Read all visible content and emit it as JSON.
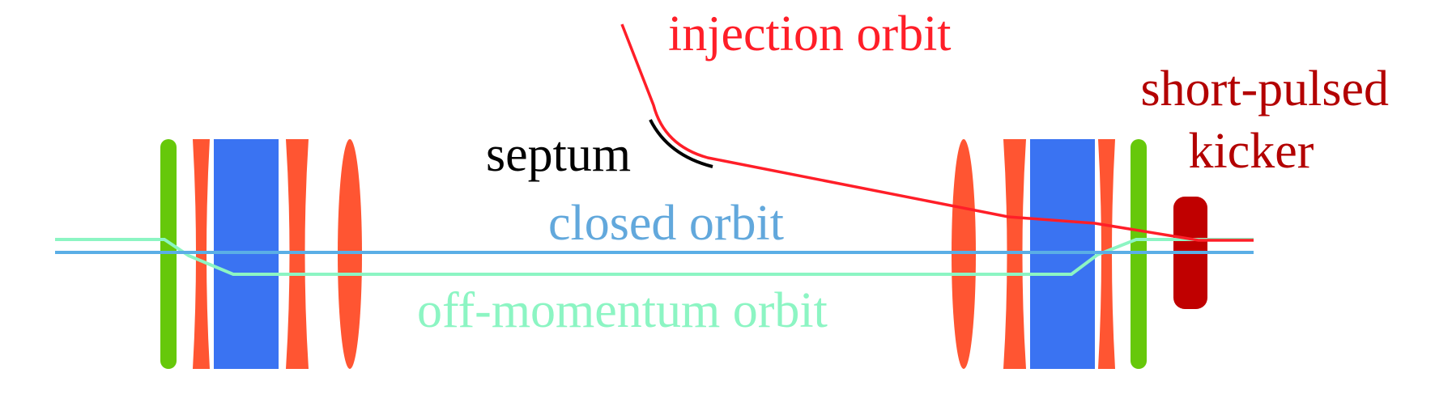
{
  "labels": {
    "injection_orbit": "injection orbit",
    "septum": "septum",
    "short_pulsed_kicker_line1": "short-pulsed",
    "short_pulsed_kicker_line2": "kicker",
    "closed_orbit": "closed orbit",
    "off_momentum_orbit": "off-momentum orbit"
  },
  "colors": {
    "injection_orbit": "#ff1e28",
    "septum": "#000000",
    "kicker": "#c00000",
    "kicker_label": "#b30000",
    "closed_orbit": "#5aaee6",
    "closed_orbit_label": "#62a8dc",
    "off_momentum_orbit": "#8cf5c3",
    "quadrupole": "#3a73f2",
    "focusing_lens": "#ff5532",
    "corrector": "#66c80a"
  }
}
